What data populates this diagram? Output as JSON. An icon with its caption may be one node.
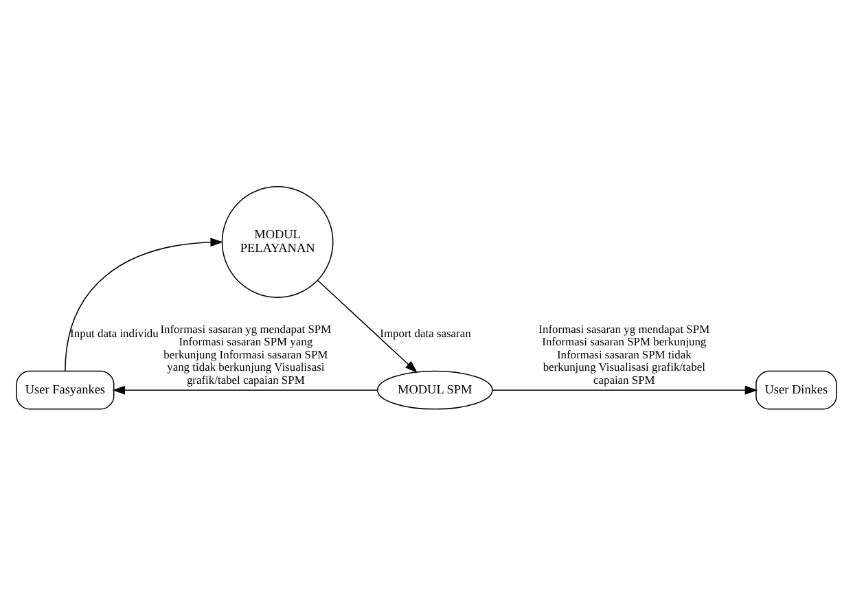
{
  "diagram": {
    "nodes": [
      {
        "text": [
          "MODUL PELAYANAN"
        ]
      },
      {
        "text": [
          "MODUL SPM"
        ]
      },
      {
        "text": [
          "User Fasyankes"
        ]
      },
      {
        "text": [
          "User Dinkes"
        ]
      }
    ],
    "edges": [
      {
        "from": 2,
        "to": 0,
        "arrow": "to",
        "label": "Input data individu"
      },
      {
        "from": 0,
        "to": 1,
        "arrow": "to",
        "label": "Import data sasaran"
      },
      {
        "from": 1,
        "to": 2,
        "arrow": "to",
        "label": "Informasi sasaran yg mendapat SPM Informasi sasaran SPM yang berkunjung Informasi sasaran SPM yang tidak berkunjung Visualisasi grafik/tabel capaian SPM"
      },
      {
        "from": 1,
        "to": 3,
        "arrow": "to",
        "label": "Informasi sasaran yg mendapat SPM Informasi sasaran SPM berkunjung Informasi sasaran SPM tidak berkunjung Visualisasi grafik/tabel capaian SPM"
      }
    ]
  }
}
